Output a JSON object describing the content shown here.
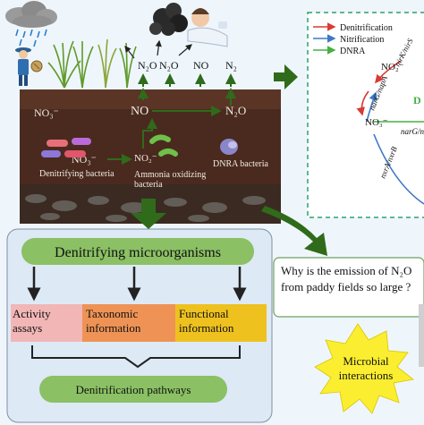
{
  "gases": {
    "g1": "N₂O",
    "g2": "N₂O",
    "g3": "NO",
    "g4": "N₂"
  },
  "soil": {
    "no3_left": "NO₃⁻",
    "no_mid": "NO",
    "n2o_right": "N₂O",
    "no2_mid": "NO₂⁻",
    "no3_mid": "NO₃⁻",
    "denitrifying_bacteria": "Denitrifying bacteria",
    "ammonia_oxidizing_line1": "Ammonia oxidizing",
    "ammonia_oxidizing_line2": "bacteria",
    "dnra_bacteria": "DNRA bacteria"
  },
  "legend": {
    "denitrification": "Denitrification",
    "nitrification": "Nitrification",
    "dnra": "DNRA"
  },
  "cycle": {
    "no2": "NO₂⁻",
    "no3": "NO₃⁻",
    "nark": "nirK/nirS",
    "nargnapa": "narG/napA",
    "narg_right": "narG/n",
    "nxra": "nxrA/nxrB",
    "dnra_partial": "D"
  },
  "flow": {
    "title": "Denitrifying microorganisms",
    "activity": "Activity assays",
    "taxonomic": "Taxonomic information",
    "functional": "Functional information",
    "pathways": "Denitrification pathways"
  },
  "question": "Why is the emission of N₂O from paddy fields so large ?",
  "microbial": "Microbial interactions",
  "colors": {
    "denitrification": "#d93a36",
    "nitrification": "#3f78c7",
    "dnra": "#45b042",
    "dashed_border": "#2ea06a",
    "arrow_green": "#2f6b1a",
    "title_pill": "#8bc064",
    "activity_box": "#f2b6b6",
    "taxonomic_box": "#ee9355",
    "functional_box": "#eec11f",
    "star": "#fbee30"
  },
  "icons": [
    "cloud-rain-icon",
    "farmer-icon",
    "smoke-icon",
    "sick-person-icon",
    "rice-plant-icon",
    "bacteria-icon"
  ]
}
